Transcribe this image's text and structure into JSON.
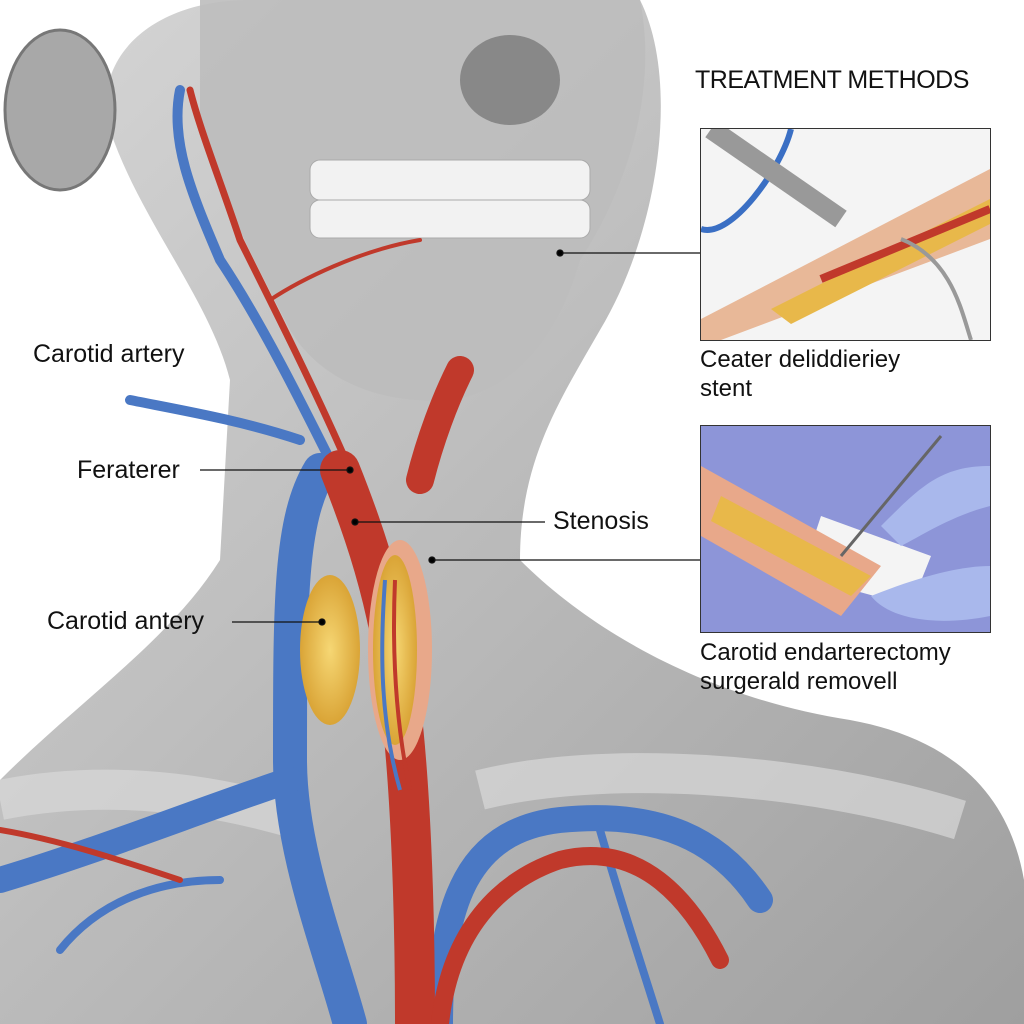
{
  "treatment": {
    "title": "TREATMENT METHODS",
    "methods": [
      {
        "caption_line1": "Ceater deliddieriey",
        "caption_line2": "stent"
      },
      {
        "caption_line1": "Carotid endarterectomy",
        "caption_line2": "surgerald removell"
      }
    ]
  },
  "labels": {
    "carotid_artery": "Carotid artery",
    "feraterer": "Feraterer",
    "stenosis": "Stenosis",
    "carotid_antery": "Carotid antery"
  },
  "colors": {
    "artery": "#c0392b",
    "vein": "#4a78c4",
    "plaque": "#e8b84a",
    "tissue": "#9a9a9a"
  }
}
